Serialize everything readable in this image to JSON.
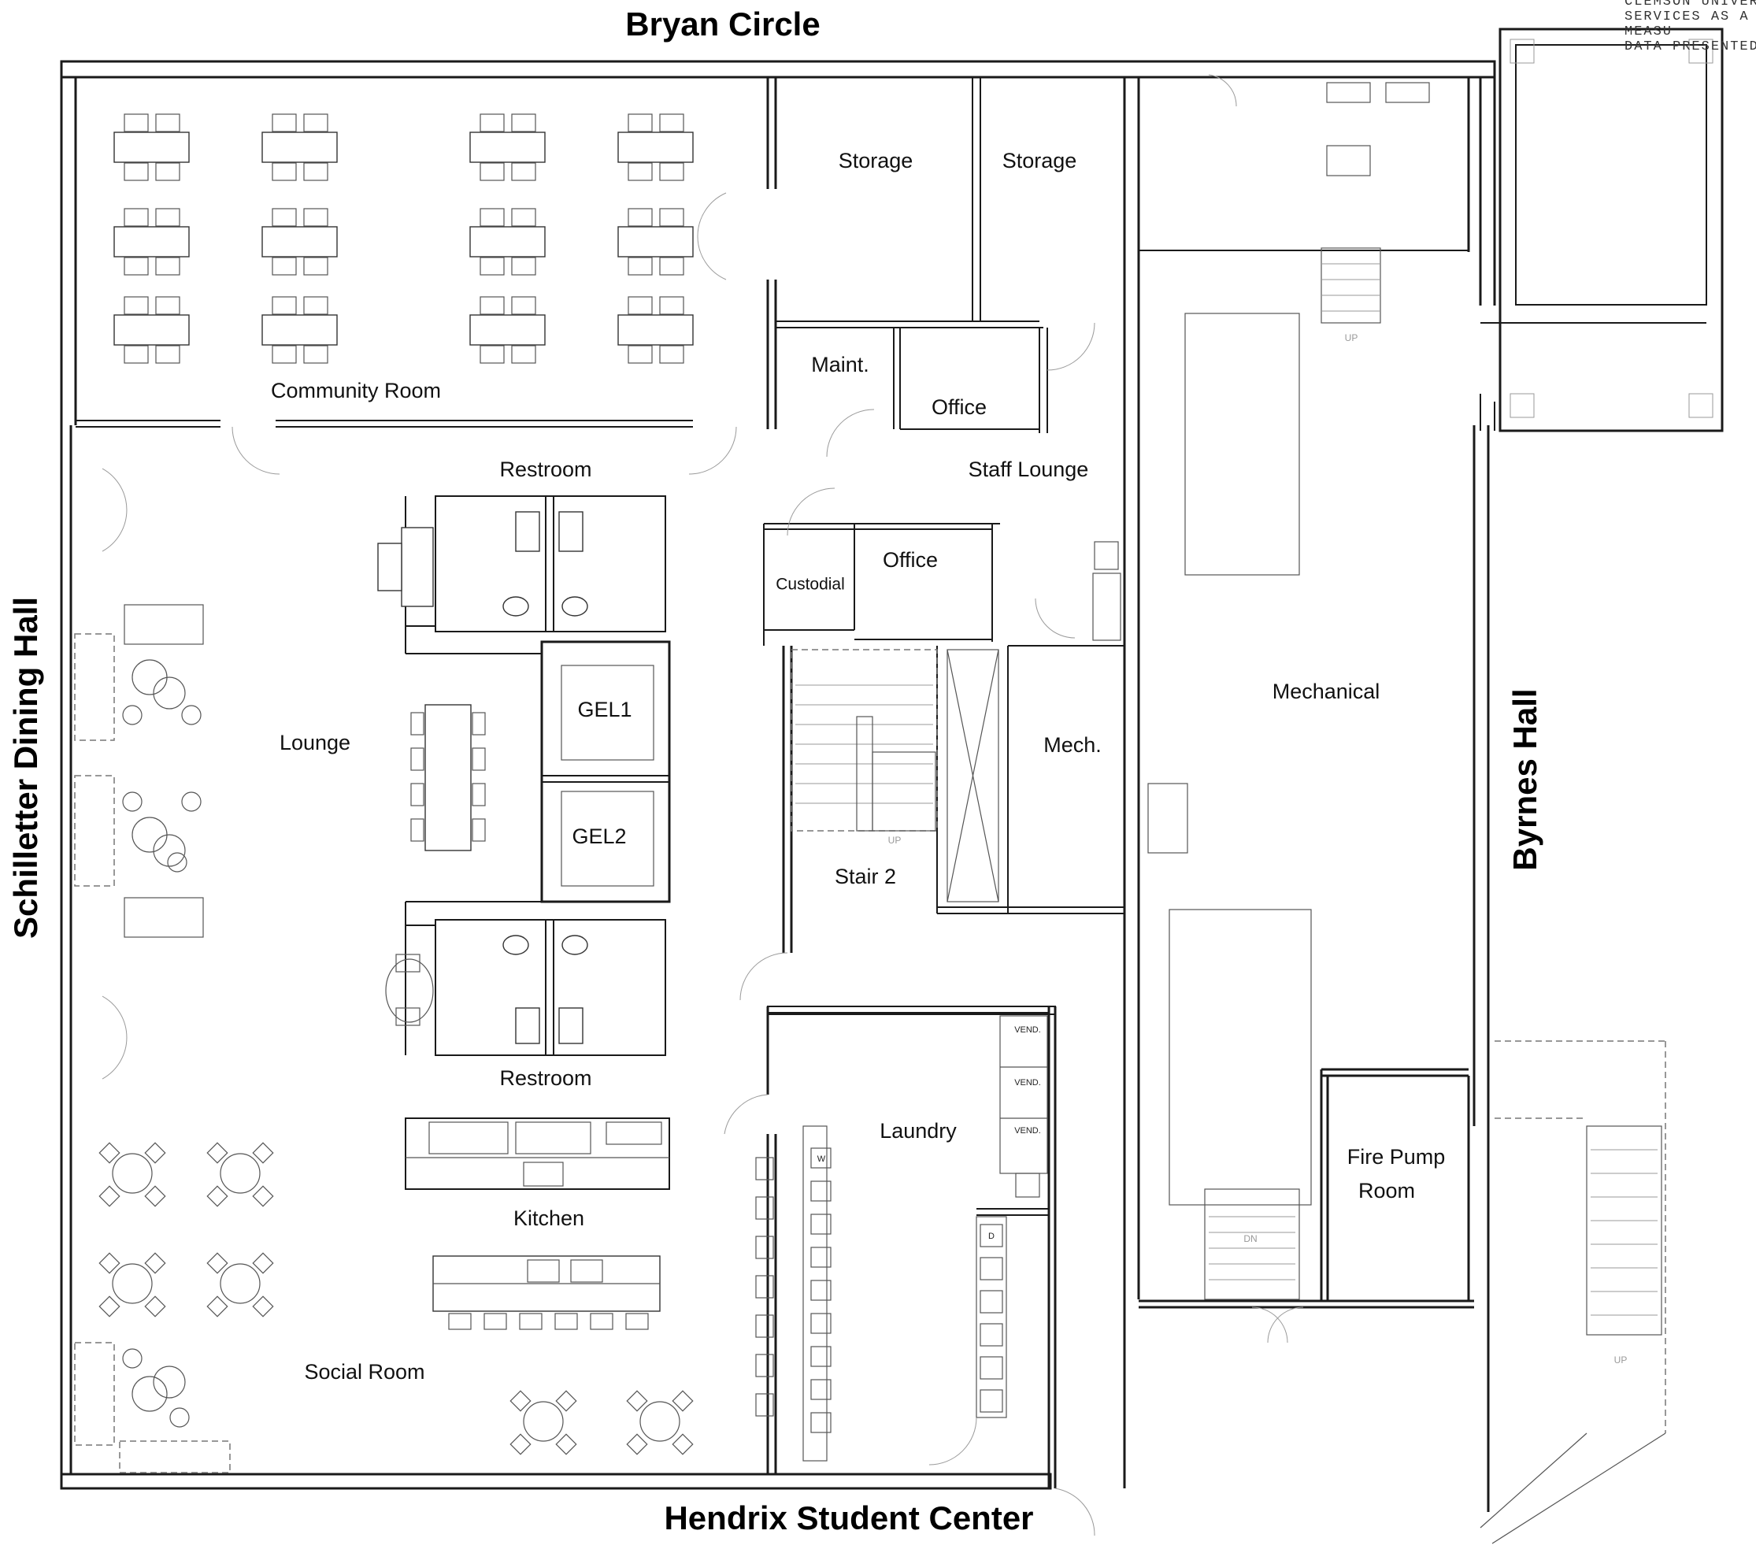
{
  "streets": {
    "north": "Bryan Circle",
    "south": "Hendrix Student Center",
    "west": "Schilletter Dining Hall",
    "east": "Byrnes Hall"
  },
  "corner_note": {
    "line1": "CLEMSON UNIVERS",
    "line2": "SERVICES AS A S",
    "line3": "MEASU",
    "line4": "DATA PRESENTED"
  },
  "rooms": {
    "community_room": "Community Room",
    "storage_1": "Storage",
    "storage_2": "Storage",
    "maint": "Maint.",
    "office_upper": "Office",
    "staff_lounge": "Staff Lounge",
    "custodial": "Custodial",
    "office_lower": "Office",
    "restroom_upper": "Restroom",
    "restroom_lower": "Restroom",
    "lounge": "Lounge",
    "gel1": "GEL1",
    "gel2": "GEL2",
    "stair2": "Stair 2",
    "mech": "Mech.",
    "mechanical": "Mechanical",
    "laundry": "Laundry",
    "kitchen": "Kitchen",
    "social_room": "Social Room",
    "fire_pump_line1": "Fire Pump",
    "fire_pump_line2": "Room"
  },
  "stair_labels": {
    "up_mech": "UP",
    "up_stair2": "UP",
    "dn_lower": "DN",
    "up_east": "UP"
  },
  "appliances": {
    "vend": "VEND.",
    "washer": "W",
    "dryer": "D"
  }
}
